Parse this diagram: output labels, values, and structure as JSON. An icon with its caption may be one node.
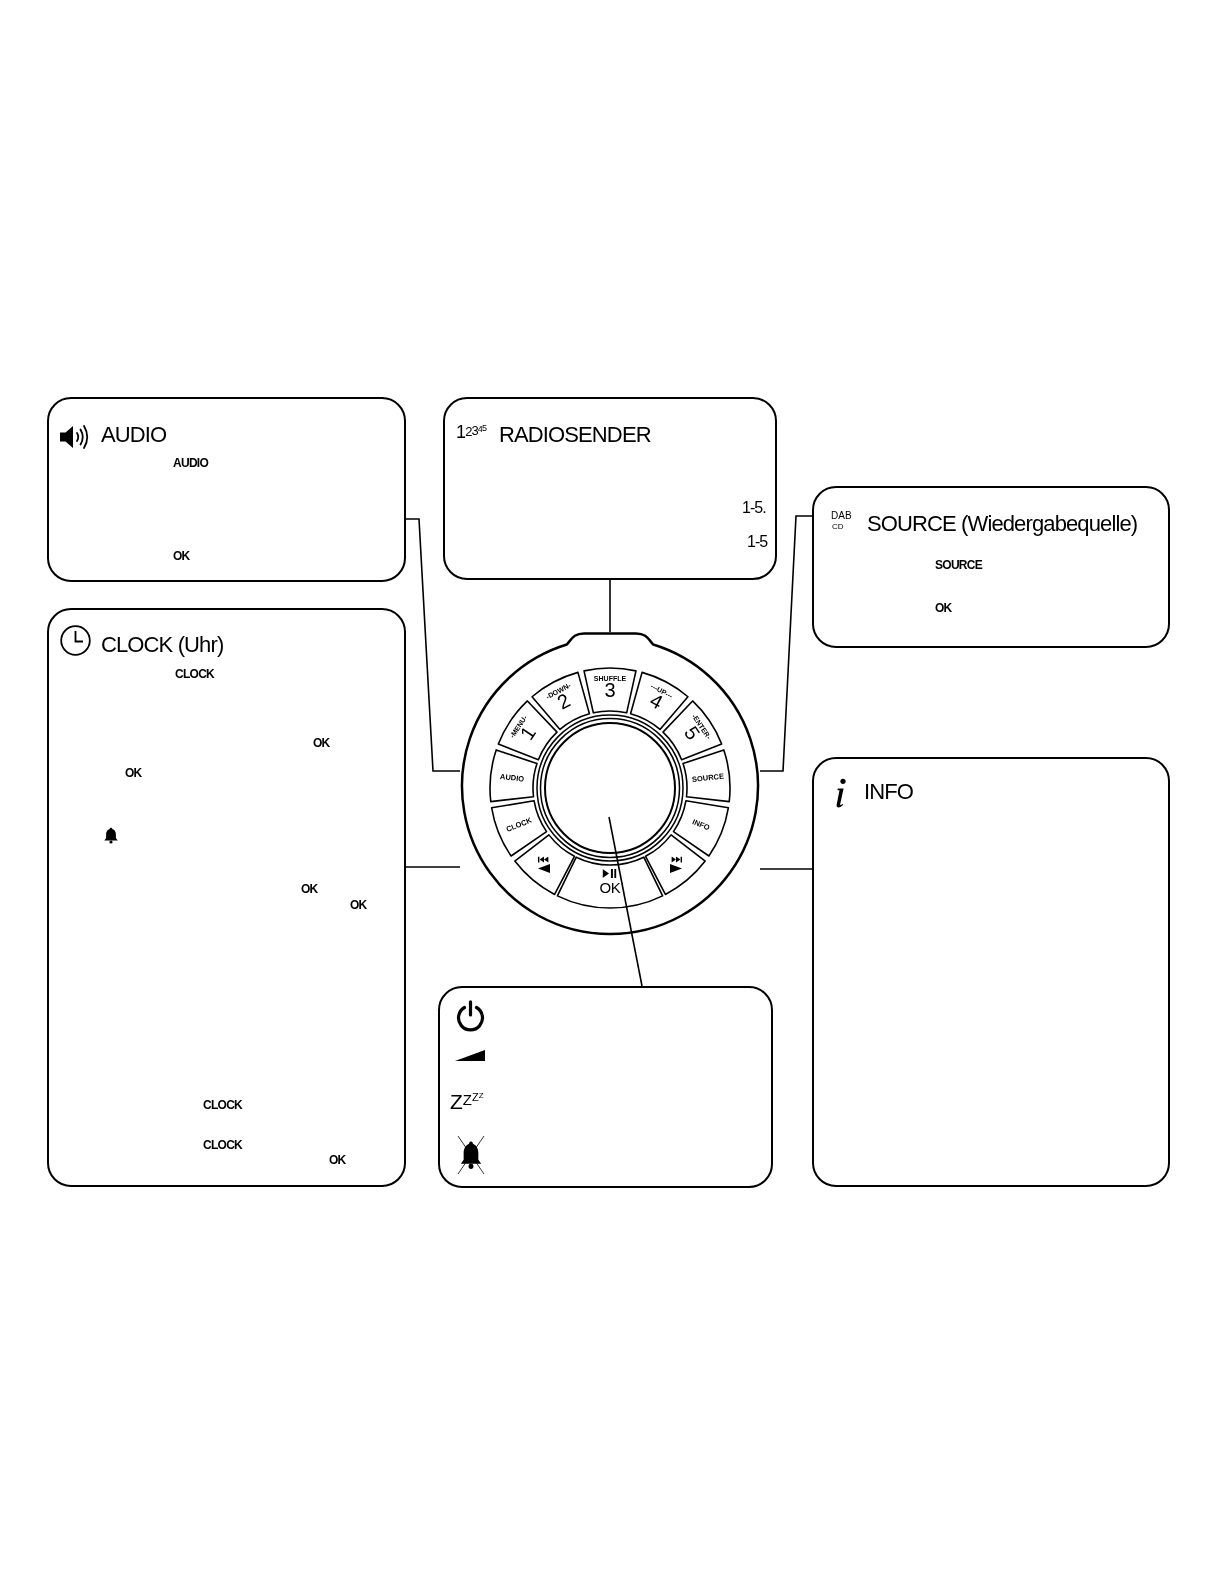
{
  "diagram": {
    "nodes": [
      {
        "text": [
          "AUDIO",
          "AUDIO",
          "OK"
        ]
      },
      {
        "text": [
          "12345",
          "RADIOSENDER",
          "1-5.",
          "1-5"
        ]
      },
      {
        "text": [
          "DAB",
          "CD",
          "SOURCE (Wiedergabequelle)",
          "SOURCE",
          "OK"
        ]
      },
      {
        "text": [
          "CLOCK (Uhr)",
          "CLOCK",
          "OK",
          "OK",
          "OK",
          "OK",
          "CLOCK",
          "CLOCK",
          "OK"
        ]
      },
      {
        "text": [],
        "shape": "circle"
      },
      {
        "text": [
          "-MENU-",
          "1"
        ],
        "in": 4
      },
      {
        "text": [
          "-DOWN-",
          "2"
        ],
        "in": 4
      },
      {
        "text": [
          "SHUFFLE",
          "3"
        ],
        "in": 4
      },
      {
        "text": [
          "---UP---",
          "4"
        ],
        "in": 4
      },
      {
        "text": [
          "-ENTER-",
          "5"
        ],
        "in": 4
      },
      {
        "text": [
          "AUDIO"
        ],
        "in": 4
      },
      {
        "text": [
          "SOURCE"
        ],
        "in": 4
      },
      {
        "text": [
          "CLOCK"
        ],
        "in": 4
      },
      {
        "text": [
          "INFO"
        ],
        "in": 4
      },
      {
        "text": [],
        "shape": "box",
        "in": 4
      },
      {
        "text": [],
        "shape": "box",
        "in": 4
      },
      {
        "text": [
          "OK"
        ],
        "in": 4
      },
      {
        "text": [],
        "shape": "circle",
        "in": 4
      },
      {
        "text": [
          "INFO"
        ]
      },
      {
        "text": [
          "ZZZZ"
        ]
      }
    ],
    "edges": [
      {
        "from": 0,
        "to": 4,
        "arrow": "none"
      },
      {
        "from": 1,
        "to": 4,
        "arrow": "none"
      },
      {
        "from": 2,
        "to": 4,
        "arrow": "none"
      },
      {
        "from": 3,
        "to": 4,
        "arrow": "none"
      },
      {
        "from": 18,
        "to": 4,
        "arrow": "none"
      },
      {
        "from": 17,
        "to": 19,
        "arrow": "none"
      }
    ]
  }
}
